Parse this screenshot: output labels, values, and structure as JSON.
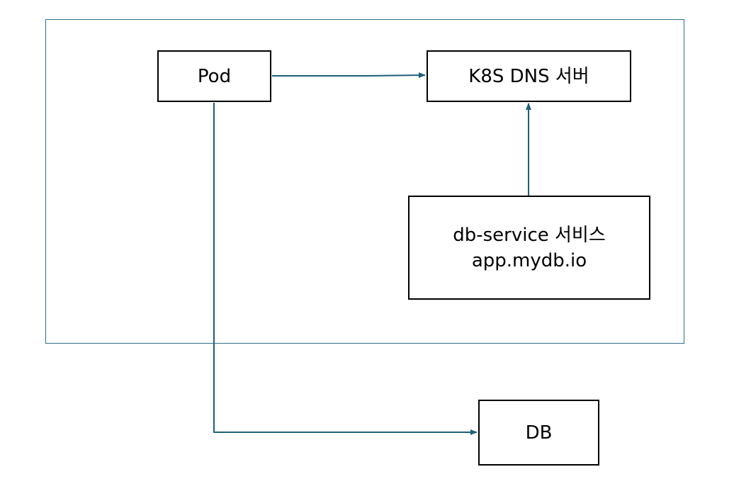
{
  "colors": {
    "edge": "#1f5f7a",
    "cluster_border": "#2b6f8a",
    "node_border": "#000000",
    "background": "#ffffff"
  },
  "nodes": {
    "pod": {
      "label": "Pod"
    },
    "dns": {
      "label": "K8S DNS 서버"
    },
    "service": {
      "line1": "db-service 서비스",
      "line2": "app.mydb.io"
    },
    "db": {
      "label": "DB"
    }
  },
  "edges": [
    {
      "from": "pod",
      "to": "dns"
    },
    {
      "from": "service",
      "to": "dns"
    },
    {
      "from": "pod",
      "to": "db"
    }
  ]
}
